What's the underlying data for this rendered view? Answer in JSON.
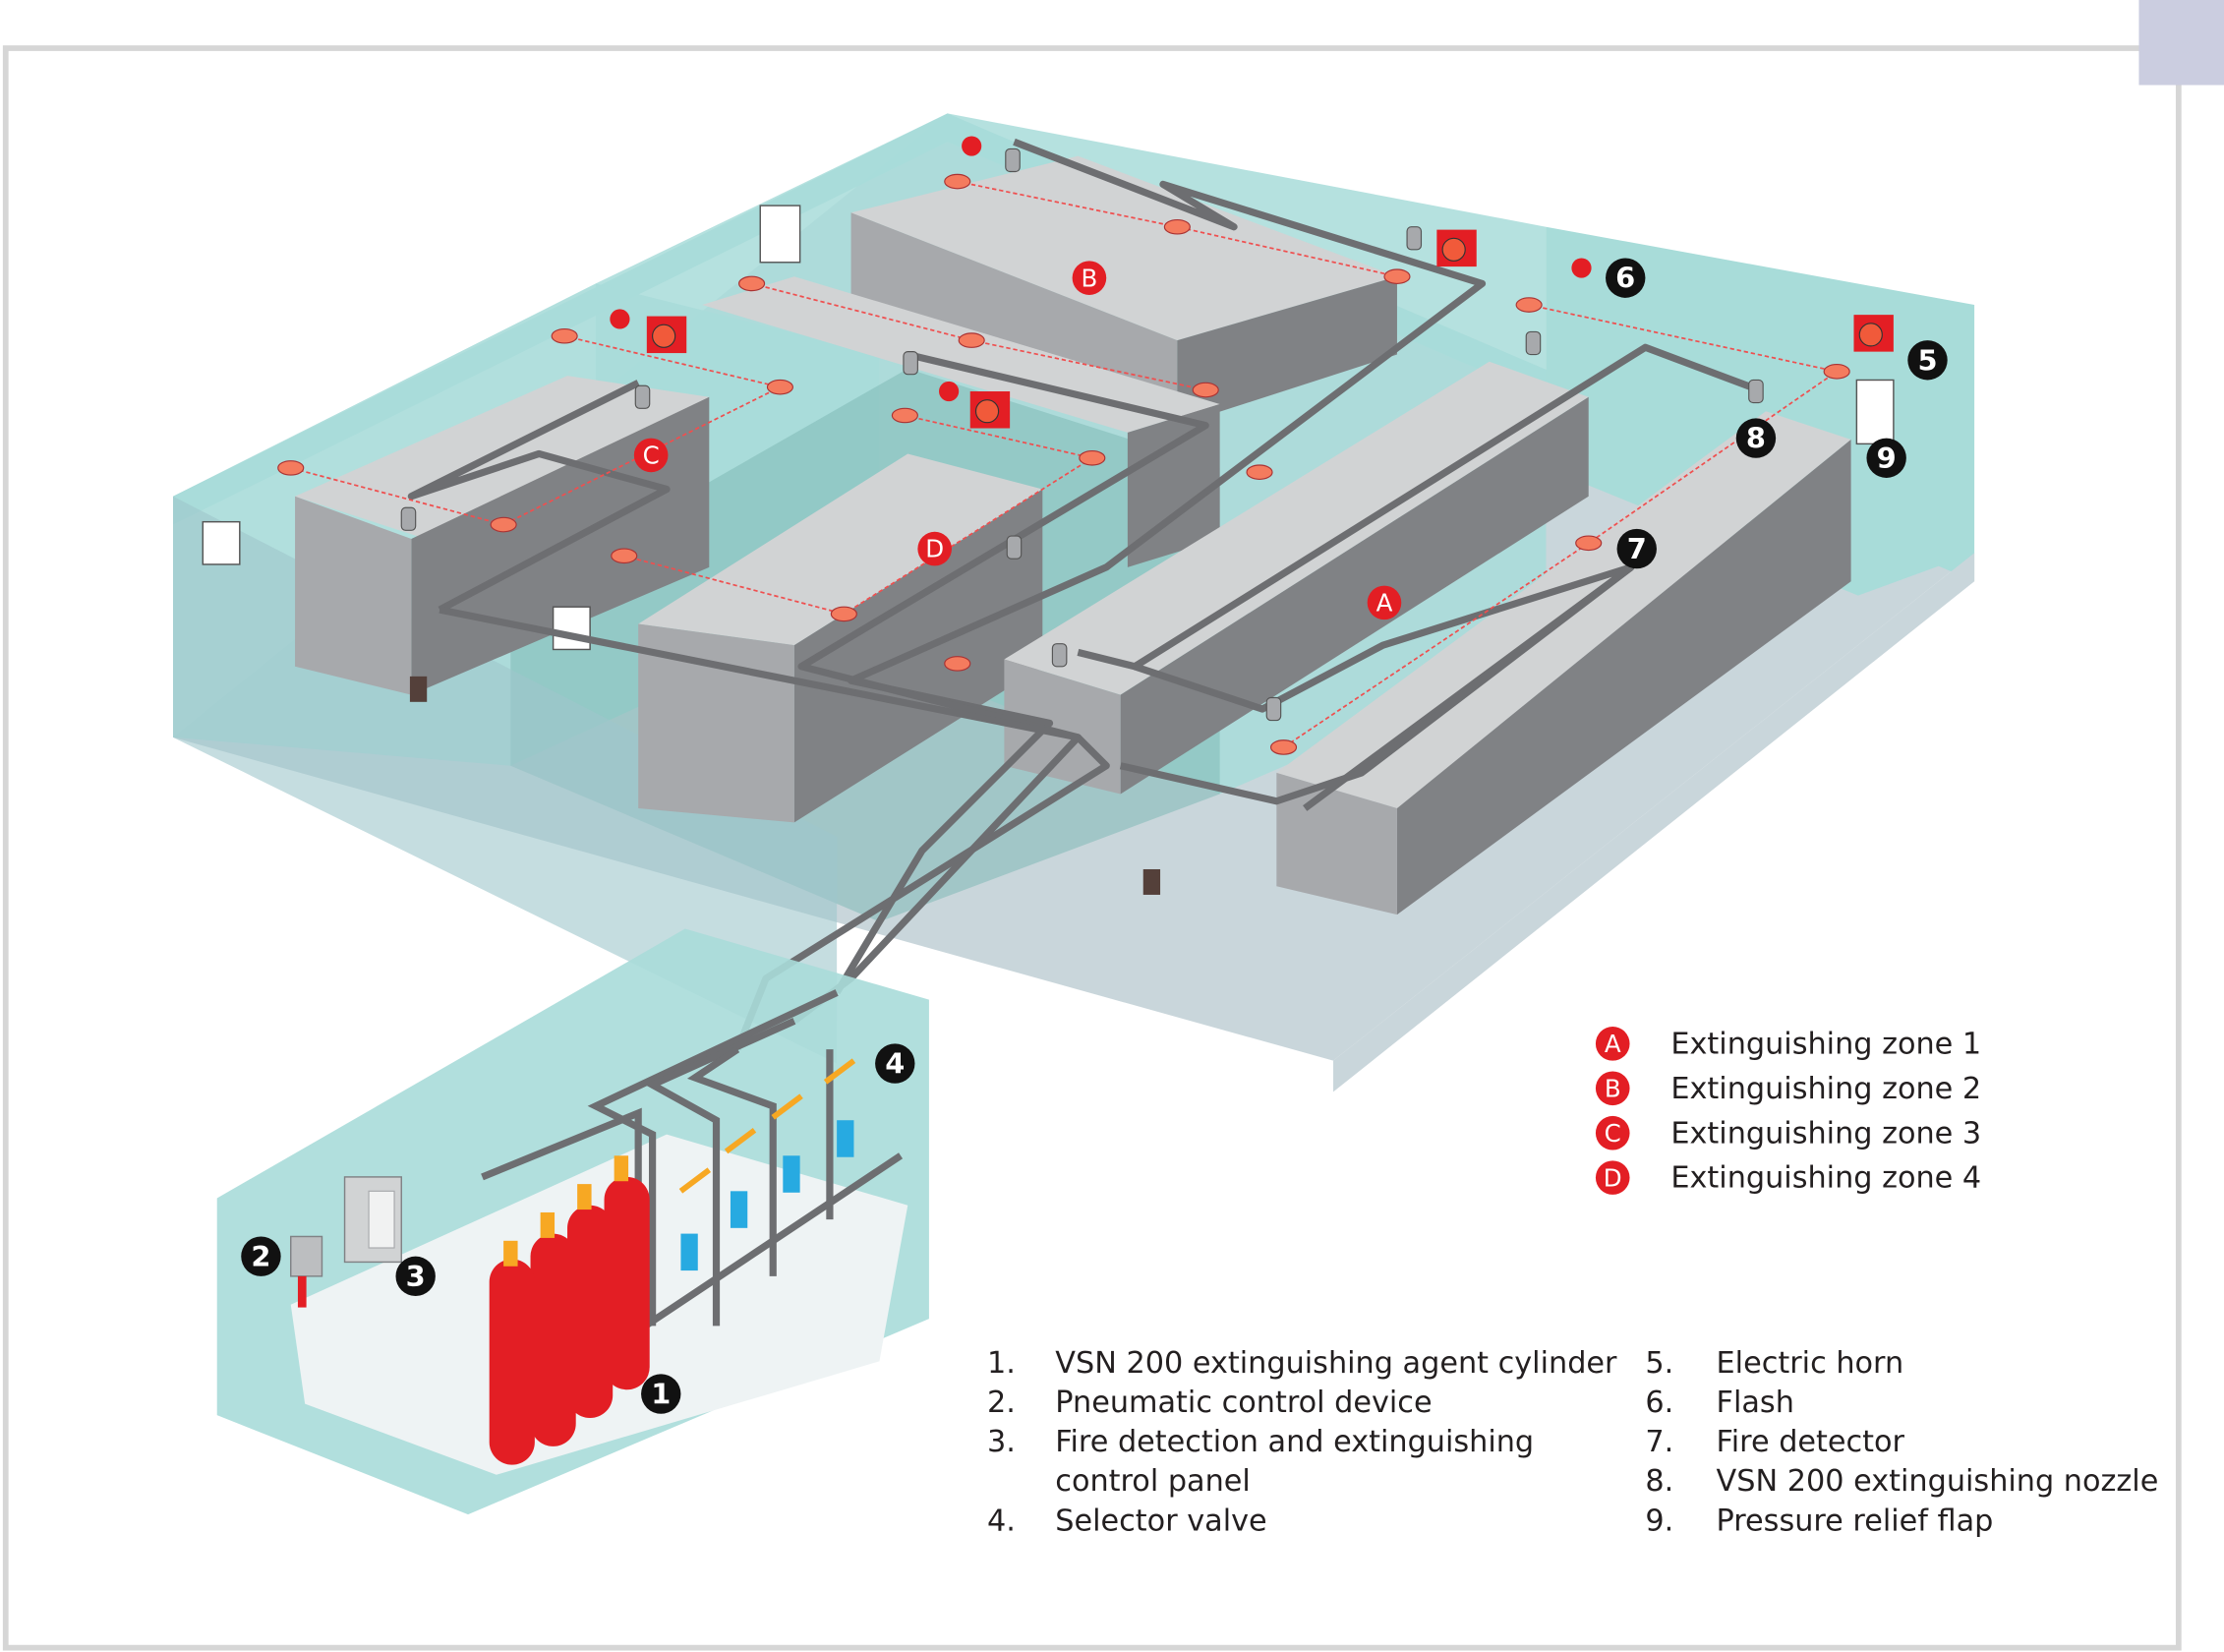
{
  "diagram": {
    "zones": [
      {
        "letter": "A",
        "label": "Extinguishing zone 1"
      },
      {
        "letter": "B",
        "label": "Extinguishing zone 2"
      },
      {
        "letter": "C",
        "label": "Extinguishing zone 3"
      },
      {
        "letter": "D",
        "label": "Extinguishing zone 4"
      }
    ],
    "components": [
      {
        "number": "1",
        "marker": "1.",
        "label": "VSN 200 extinguishing agent cylinder"
      },
      {
        "number": "2",
        "marker": "2.",
        "label": "Pneumatic control device"
      },
      {
        "number": "3",
        "marker": "3.",
        "label": "Fire detection and extinguishing",
        "label_line2": "control panel"
      },
      {
        "number": "4",
        "marker": "4.",
        "label": "Selector valve"
      },
      {
        "number": "5",
        "marker": "5.",
        "label": "Electric horn"
      },
      {
        "number": "6",
        "marker": "6.",
        "label": "Flash"
      },
      {
        "number": "7",
        "marker": "7.",
        "label": "Fire detector"
      },
      {
        "number": "8",
        "marker": "8.",
        "label": "VSN 200 extinguishing nozzle"
      },
      {
        "number": "9",
        "marker": "9.",
        "label": "Pressure relief flap"
      }
    ],
    "colors": {
      "zone_badge": "#e31e24",
      "number_badge": "#111111",
      "glass": "#a8dcd9",
      "glass_dark": "#7fb9b6",
      "block_top": "#d1d3d4",
      "block_side": "#808285",
      "pipe": "#6d6e71",
      "cylinder": "#e31e24",
      "valve_blue": "#27aae1",
      "valve_orange": "#f7a823",
      "corner_tab": "#cbcde0",
      "frame_border": "#d6d6d6"
    }
  }
}
